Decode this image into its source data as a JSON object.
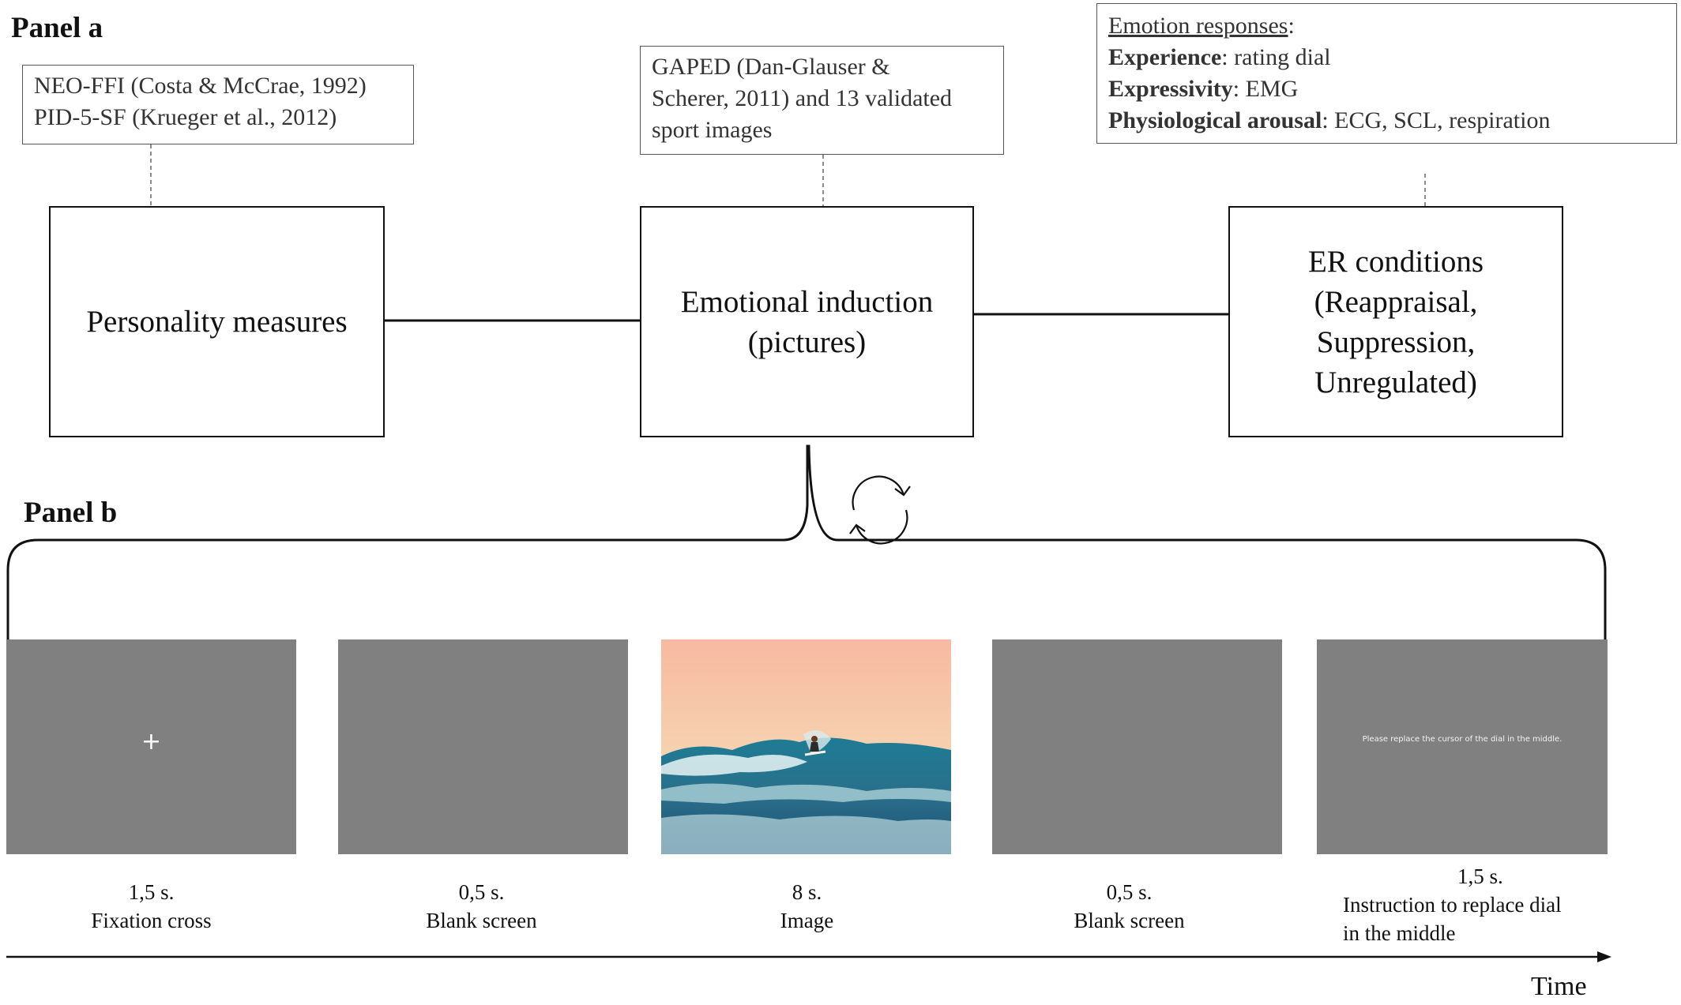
{
  "panel_a": {
    "label": "Panel a",
    "note_personality": [
      "NEO-FFI (Costa & McCrae, 1992)",
      "PID-5-SF (Krueger et al., 2012)"
    ],
    "note_images": [
      "GAPED (Dan-Glauser &",
      "Scherer, 2011) and 13 validated",
      "sport images"
    ],
    "note_responses": {
      "title": "Emotion responses",
      "title_suffix": ":",
      "rows": [
        {
          "term": "Experience",
          "rest": ": rating dial"
        },
        {
          "term": "Expressivity",
          "rest": ": EMG"
        },
        {
          "term": "Physiological arousal",
          "rest": ": ECG, SCL, respiration"
        }
      ]
    },
    "box_personality": [
      "Personality measures"
    ],
    "box_induction": [
      "Emotional induction",
      "(pictures)"
    ],
    "box_conditions": [
      "ER conditions",
      "(Reappraisal,",
      "Suppression,",
      "Unregulated)"
    ]
  },
  "panel_b": {
    "label": "Panel b",
    "cycle_icon": "circular-arrows-icon",
    "screens": [
      {
        "kind": "fixation",
        "symbol": "+",
        "caption": [
          "1,5 s.",
          "Fixation cross"
        ]
      },
      {
        "kind": "blank",
        "caption": [
          "0,5 s.",
          "Blank screen"
        ]
      },
      {
        "kind": "image",
        "image": "surfer-on-wave-photo",
        "caption": [
          "8 s.",
          "Image"
        ]
      },
      {
        "kind": "blank",
        "caption": [
          "0,5 s.",
          "Blank screen"
        ]
      },
      {
        "kind": "instruction",
        "screen_text": "Please replace the cursor of the dial in the middle.",
        "caption": [
          "1,5 s.",
          "Instruction to replace dial",
          "in the middle"
        ]
      }
    ],
    "time_label": "Time"
  },
  "colors": {
    "screen_gray": "#808080",
    "line": "#111111",
    "note_border": "#555555"
  }
}
